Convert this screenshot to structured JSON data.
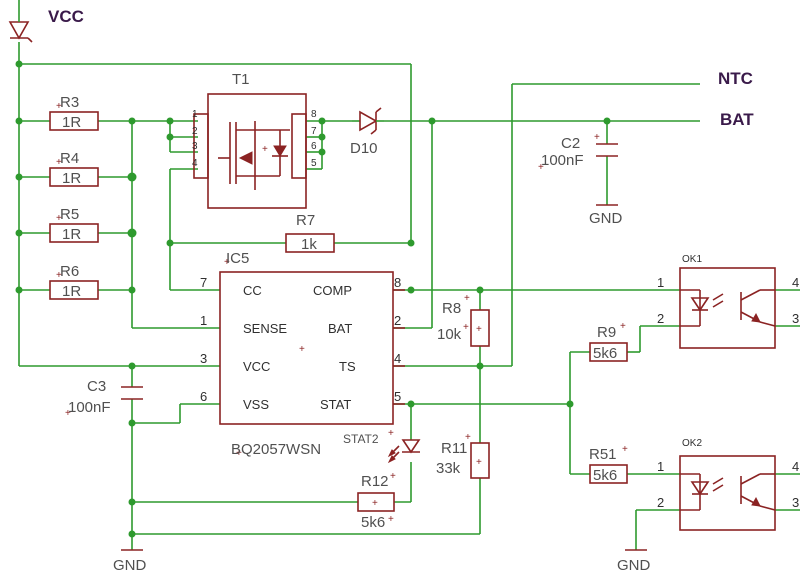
{
  "nets": {
    "vcc": "VCC",
    "ntc": "NTC",
    "bat": "BAT",
    "gnd": "GND"
  },
  "resistors": {
    "r3": {
      "name": "R3",
      "value": "1R"
    },
    "r4": {
      "name": "R4",
      "value": "1R"
    },
    "r5": {
      "name": "R5",
      "value": "1R"
    },
    "r6": {
      "name": "R6",
      "value": "1R"
    },
    "r7": {
      "name": "R7",
      "value": "1k"
    },
    "r8": {
      "name": "R8",
      "value": "10k"
    },
    "r9": {
      "name": "R9",
      "value": "5k6"
    },
    "r11": {
      "name": "R11",
      "value": "33k"
    },
    "r12": {
      "name": "R12",
      "value": "5k6"
    },
    "r51": {
      "name": "R51",
      "value": "5k6"
    }
  },
  "capacitors": {
    "c2": {
      "name": "C2",
      "value": "100nF"
    },
    "c3": {
      "name": "C3",
      "value": "100nF"
    }
  },
  "transistor": {
    "name": "T1",
    "pins": [
      "1",
      "2",
      "3",
      "4",
      "8",
      "7",
      "6",
      "5"
    ]
  },
  "diode": {
    "name": "D10"
  },
  "led": {
    "name": "STAT2"
  },
  "ic": {
    "name": "IC5",
    "part": "BQ2057WSN",
    "left_pins": [
      {
        "num": "7",
        "label": "CC"
      },
      {
        "num": "1",
        "label": "SENSE"
      },
      {
        "num": "3",
        "label": "VCC"
      },
      {
        "num": "6",
        "label": "VSS"
      }
    ],
    "right_pins": [
      {
        "num": "8",
        "label": "COMP"
      },
      {
        "num": "2",
        "label": "BAT"
      },
      {
        "num": "4",
        "label": "TS"
      },
      {
        "num": "5",
        "label": "STAT"
      }
    ]
  },
  "optocouplers": {
    "ok1": {
      "name": "OK1",
      "pins": [
        "1",
        "2",
        "4",
        "3"
      ]
    },
    "ok2": {
      "name": "OK2",
      "pins": [
        "1",
        "2",
        "4",
        "3"
      ]
    }
  },
  "colors": {
    "wire": "#2e9a2e",
    "component": "#8b2323",
    "net_label": "#3a1a4a",
    "text": "#505050"
  }
}
